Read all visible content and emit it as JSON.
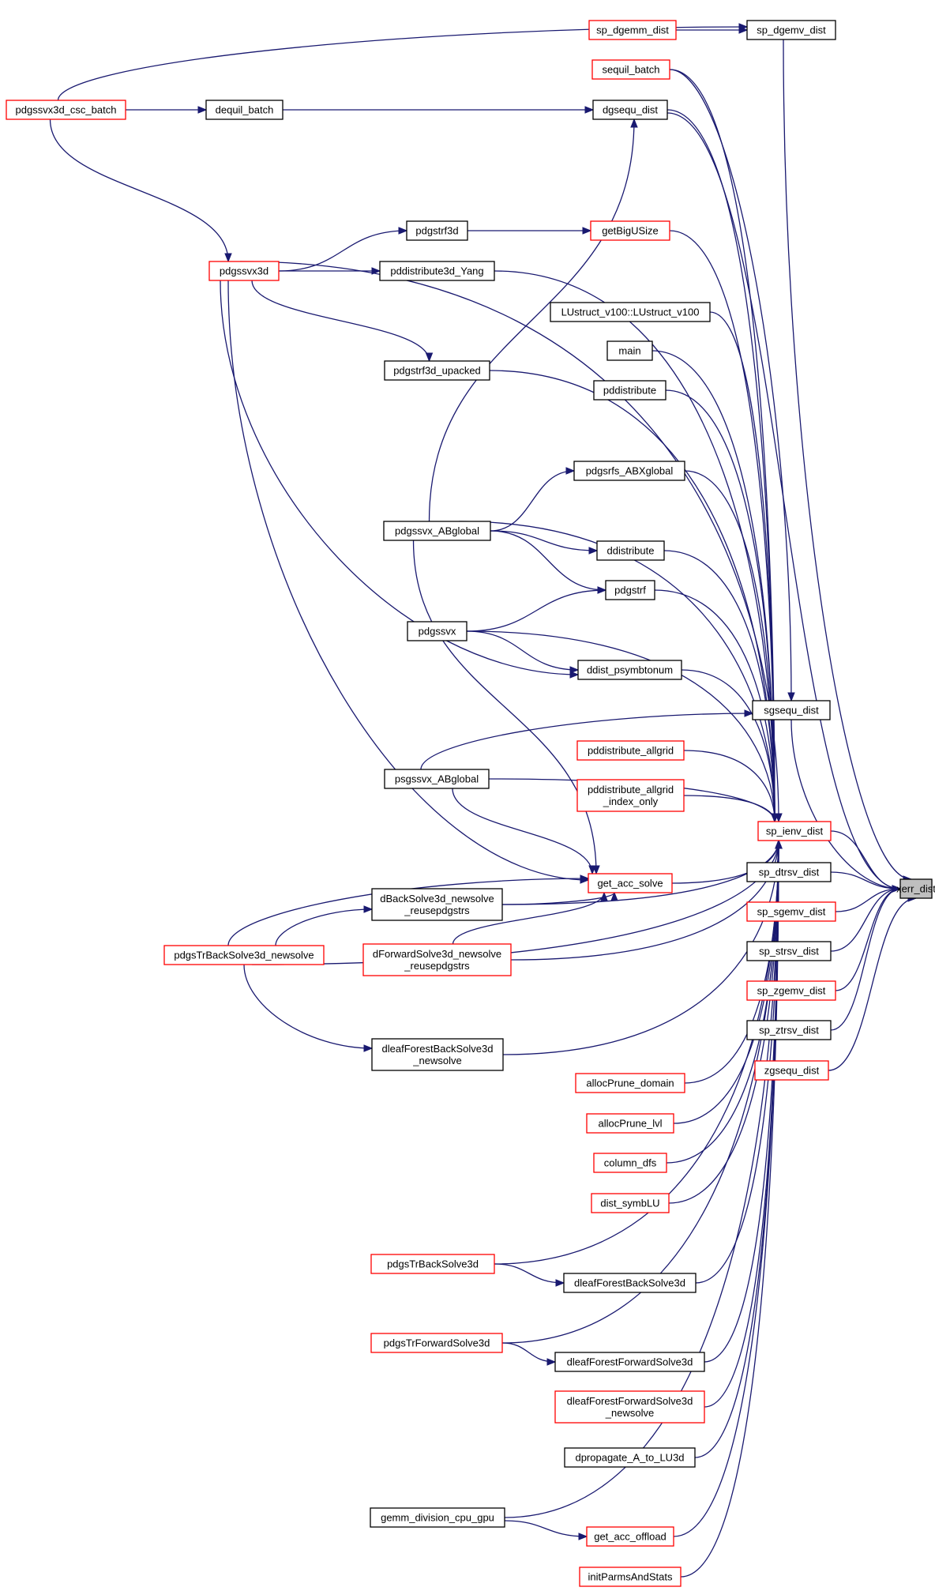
{
  "diagram": {
    "nodes": [
      {
        "id": "xerr_dist",
        "lines": [
          "xerr_dist"
        ],
        "style": "root"
      },
      {
        "id": "sp_ienv_dist",
        "lines": [
          "sp_ienv_dist"
        ],
        "style": "red"
      },
      {
        "id": "sgsequ_dist",
        "lines": [
          "sgsequ_dist"
        ],
        "style": "black"
      },
      {
        "id": "sp_dgemv_dist",
        "lines": [
          "sp_dgemv_dist"
        ],
        "style": "black"
      },
      {
        "id": "sp_dtrsv_dist",
        "lines": [
          "sp_dtrsv_dist"
        ],
        "style": "black"
      },
      {
        "id": "sp_sgemv_dist",
        "lines": [
          "sp_sgemv_dist"
        ],
        "style": "red"
      },
      {
        "id": "sp_strsv_dist",
        "lines": [
          "sp_strsv_dist"
        ],
        "style": "black"
      },
      {
        "id": "sp_zgemv_dist",
        "lines": [
          "sp_zgemv_dist"
        ],
        "style": "red"
      },
      {
        "id": "sp_ztrsv_dist",
        "lines": [
          "sp_ztrsv_dist"
        ],
        "style": "black"
      },
      {
        "id": "zgsequ_dist",
        "lines": [
          "zgsequ_dist"
        ],
        "style": "red"
      },
      {
        "id": "sp_dgemm_dist",
        "lines": [
          "sp_dgemm_dist"
        ],
        "style": "red"
      },
      {
        "id": "sequil_batch",
        "lines": [
          "sequil_batch"
        ],
        "style": "red"
      },
      {
        "id": "dgsequ_dist",
        "lines": [
          "dgsequ_dist"
        ],
        "style": "black"
      },
      {
        "id": "getBigUSize",
        "lines": [
          "getBigUSize"
        ],
        "style": "red"
      },
      {
        "id": "LUstruct_v100",
        "lines": [
          "LUstruct_v100::LUstruct_v100"
        ],
        "style": "black"
      },
      {
        "id": "main",
        "lines": [
          "main"
        ],
        "style": "black"
      },
      {
        "id": "pddistribute",
        "lines": [
          "pddistribute"
        ],
        "style": "black"
      },
      {
        "id": "pdgsrfs_ABXglobal",
        "lines": [
          "pdgsrfs_ABXglobal"
        ],
        "style": "black"
      },
      {
        "id": "ddistribute",
        "lines": [
          "ddistribute"
        ],
        "style": "black"
      },
      {
        "id": "pdgstrf",
        "lines": [
          "pdgstrf"
        ],
        "style": "black"
      },
      {
        "id": "ddist_psymbtonum",
        "lines": [
          "ddist_psymbtonum"
        ],
        "style": "black"
      },
      {
        "id": "pddistribute_allgrid",
        "lines": [
          "pddistribute_allgrid"
        ],
        "style": "red"
      },
      {
        "id": "pddistribute_allgrid_index_only",
        "lines": [
          "pddistribute_allgrid",
          "_index_only"
        ],
        "style": "red"
      },
      {
        "id": "get_acc_solve",
        "lines": [
          "get_acc_solve"
        ],
        "style": "red"
      },
      {
        "id": "allocPrune_domain",
        "lines": [
          "allocPrune_domain"
        ],
        "style": "red"
      },
      {
        "id": "allocPrune_lvl",
        "lines": [
          "allocPrune_lvl"
        ],
        "style": "red"
      },
      {
        "id": "column_dfs",
        "lines": [
          "column_dfs"
        ],
        "style": "red"
      },
      {
        "id": "dist_symbLU",
        "lines": [
          "dist_symbLU"
        ],
        "style": "red"
      },
      {
        "id": "dleafForestBackSolve3d",
        "lines": [
          "dleafForestBackSolve3d"
        ],
        "style": "black"
      },
      {
        "id": "dleafForestForwardSolve3d",
        "lines": [
          "dleafForestForwardSolve3d"
        ],
        "style": "black"
      },
      {
        "id": "dleafForestForwardSolve3d_newsolve",
        "lines": [
          "dleafForestForwardSolve3d",
          "_newsolve"
        ],
        "style": "red"
      },
      {
        "id": "dpropagate_A_to_LU3d",
        "lines": [
          "dpropagate_A_to_LU3d"
        ],
        "style": "black"
      },
      {
        "id": "get_acc_offload",
        "lines": [
          "get_acc_offload"
        ],
        "style": "red"
      },
      {
        "id": "initParmsAndStats",
        "lines": [
          "initParmsAndStats"
        ],
        "style": "red"
      },
      {
        "id": "pdgssvx3d_csc_batch",
        "lines": [
          "pdgssvx3d_csc_batch"
        ],
        "style": "red"
      },
      {
        "id": "dequil_batch",
        "lines": [
          "dequil_batch"
        ],
        "style": "black"
      },
      {
        "id": "pdgssvx3d",
        "lines": [
          "pdgssvx3d"
        ],
        "style": "red"
      },
      {
        "id": "pdgstrf3d",
        "lines": [
          "pdgstrf3d"
        ],
        "style": "black"
      },
      {
        "id": "pddistribute3d_Yang",
        "lines": [
          "pddistribute3d_Yang"
        ],
        "style": "black"
      },
      {
        "id": "pdgstrf3d_upacked",
        "lines": [
          "pdgstrf3d_upacked"
        ],
        "style": "black"
      },
      {
        "id": "pdgssvx_ABglobal",
        "lines": [
          "pdgssvx_ABglobal"
        ],
        "style": "black"
      },
      {
        "id": "pdgssvx",
        "lines": [
          "pdgssvx"
        ],
        "style": "black"
      },
      {
        "id": "psgssvx_ABglobal",
        "lines": [
          "psgssvx_ABglobal"
        ],
        "style": "black"
      },
      {
        "id": "dBackSolve3d_newsolve_reusepdgstrs",
        "lines": [
          "dBackSolve3d_newsolve",
          "_reusepdgstrs"
        ],
        "style": "black"
      },
      {
        "id": "dForwardSolve3d_newsolve_reusepdgstrs",
        "lines": [
          "dForwardSolve3d_newsolve",
          "_reusepdgstrs"
        ],
        "style": "red"
      },
      {
        "id": "dleafForestBackSolve3d_newsolve",
        "lines": [
          "dleafForestBackSolve3d",
          "_newsolve"
        ],
        "style": "black"
      },
      {
        "id": "pdgsTrBackSolve3d_newsolve",
        "lines": [
          "pdgsTrBackSolve3d_newsolve"
        ],
        "style": "red"
      },
      {
        "id": "pdgsTrBackSolve3d",
        "lines": [
          "pdgsTrBackSolve3d"
        ],
        "style": "red"
      },
      {
        "id": "pdgsTrForwardSolve3d",
        "lines": [
          "pdgsTrForwardSolve3d"
        ],
        "style": "red"
      },
      {
        "id": "gemm_division_cpu_gpu",
        "lines": [
          "gemm_division_cpu_gpu"
        ],
        "style": "black"
      }
    ],
    "edges": [
      {
        "from": "sp_ienv_dist",
        "to": "xerr_dist"
      },
      {
        "from": "sgsequ_dist",
        "to": "xerr_dist"
      },
      {
        "from": "sp_dgemv_dist",
        "to": "xerr_dist"
      },
      {
        "from": "sp_dtrsv_dist",
        "to": "xerr_dist"
      },
      {
        "from": "sp_sgemv_dist",
        "to": "xerr_dist"
      },
      {
        "from": "sp_strsv_dist",
        "to": "xerr_dist"
      },
      {
        "from": "sp_zgemv_dist",
        "to": "xerr_dist"
      },
      {
        "from": "sp_ztrsv_dist",
        "to": "xerr_dist"
      },
      {
        "from": "zgsequ_dist",
        "to": "xerr_dist"
      },
      {
        "from": "dgsequ_dist",
        "to": "xerr_dist"
      },
      {
        "from": "sp_dgemm_dist",
        "to": "sp_dgemv_dist"
      },
      {
        "from": "pdgssvx3d_csc_batch",
        "to": "sp_dgemv_dist"
      },
      {
        "from": "pdgssvx3d_csc_batch",
        "to": "dequil_batch"
      },
      {
        "from": "pdgssvx3d_csc_batch",
        "to": "pdgssvx3d"
      },
      {
        "from": "dequil_batch",
        "to": "dgsequ_dist"
      },
      {
        "from": "pdgssvx_ABglobal",
        "to": "dgsequ_dist"
      },
      {
        "from": "psgssvx_ABglobal",
        "to": "sgsequ_dist"
      },
      {
        "from": "sequil_batch",
        "to": "sgsequ_dist"
      },
      {
        "from": "pdgssvx3d",
        "to": "pdgstrf3d"
      },
      {
        "from": "pdgssvx3d",
        "to": "pddistribute3d_Yang"
      },
      {
        "from": "pdgssvx3d",
        "to": "pdgstrf3d_upacked"
      },
      {
        "from": "pdgssvx3d",
        "to": "sp_ienv_dist"
      },
      {
        "from": "pdgssvx3d",
        "to": "get_acc_solve"
      },
      {
        "from": "pdgstrf3d",
        "to": "getBigUSize"
      },
      {
        "from": "pdgssvx_ABglobal",
        "to": "pdgsrfs_ABXglobal"
      },
      {
        "from": "pdgssvx_ABglobal",
        "to": "ddistribute"
      },
      {
        "from": "pdgssvx_ABglobal",
        "to": "pdgstrf"
      },
      {
        "from": "pdgssvx_ABglobal",
        "to": "sp_ienv_dist"
      },
      {
        "from": "pdgssvx_ABglobal",
        "to": "get_acc_solve"
      },
      {
        "from": "pdgssvx",
        "to": "pdgstrf"
      },
      {
        "from": "pdgssvx",
        "to": "ddist_psymbtonum"
      },
      {
        "from": "pdgssvx",
        "to": "sp_ienv_dist"
      },
      {
        "from": "pdgssvx3d",
        "to": "ddist_psymbtonum"
      },
      {
        "from": "psgssvx_ABglobal",
        "to": "sp_ienv_dist"
      },
      {
        "from": "psgssvx_ABglobal",
        "to": "get_acc_solve"
      },
      {
        "from": "dBackSolve3d_newsolve_reusepdgstrs",
        "to": "get_acc_solve"
      },
      {
        "from": "dForwardSolve3d_newsolve_reusepdgstrs",
        "to": "get_acc_solve"
      },
      {
        "from": "pdgsTrBackSolve3d_newsolve",
        "to": "get_acc_solve"
      },
      {
        "from": "pdgsTrBackSolve3d_newsolve",
        "to": "dBackSolve3d_newsolve_reusepdgstrs"
      },
      {
        "from": "pdgsTrBackSolve3d_newsolve",
        "to": "dleafForestBackSolve3d_newsolve"
      },
      {
        "from": "pdgsTrBackSolve3d_newsolve",
        "to": "sp_ienv_dist"
      },
      {
        "from": "get_acc_solve",
        "to": "sp_ienv_dist"
      },
      {
        "from": "getBigUSize",
        "to": "sp_ienv_dist"
      },
      {
        "from": "sequil_batch",
        "to": "sp_ienv_dist"
      },
      {
        "from": "dgsequ_dist",
        "to": "sp_ienv_dist"
      },
      {
        "from": "LUstruct_v100",
        "to": "sp_ienv_dist"
      },
      {
        "from": "main",
        "to": "sp_ienv_dist"
      },
      {
        "from": "pddistribute",
        "to": "sp_ienv_dist"
      },
      {
        "from": "pdgsrfs_ABXglobal",
        "to": "sp_ienv_dist"
      },
      {
        "from": "ddistribute",
        "to": "sp_ienv_dist"
      },
      {
        "from": "pdgstrf",
        "to": "sp_ienv_dist"
      },
      {
        "from": "ddist_psymbtonum",
        "to": "sp_ienv_dist"
      },
      {
        "from": "pddistribute_allgrid",
        "to": "sp_ienv_dist"
      },
      {
        "from": "pddistribute_allgrid_index_only",
        "to": "sp_ienv_dist"
      },
      {
        "from": "pddistribute3d_Yang",
        "to": "sp_ienv_dist"
      },
      {
        "from": "pdgstrf3d_upacked",
        "to": "sp_ienv_dist"
      },
      {
        "from": "dBackSolve3d_newsolve_reusepdgstrs",
        "to": "sp_ienv_dist"
      },
      {
        "from": "dForwardSolve3d_newsolve_reusepdgstrs",
        "to": "sp_ienv_dist"
      },
      {
        "from": "dleafForestBackSolve3d_newsolve",
        "to": "sp_ienv_dist"
      },
      {
        "from": "allocPrune_domain",
        "to": "sp_ienv_dist"
      },
      {
        "from": "allocPrune_lvl",
        "to": "sp_ienv_dist"
      },
      {
        "from": "column_dfs",
        "to": "sp_ienv_dist"
      },
      {
        "from": "dist_symbLU",
        "to": "sp_ienv_dist"
      },
      {
        "from": "pdgsTrBackSolve3d",
        "to": "sp_ienv_dist"
      },
      {
        "from": "pdgsTrBackSolve3d",
        "to": "dleafForestBackSolve3d"
      },
      {
        "from": "dleafForestBackSolve3d",
        "to": "sp_ienv_dist"
      },
      {
        "from": "pdgsTrForwardSolve3d",
        "to": "sp_ienv_dist"
      },
      {
        "from": "pdgsTrForwardSolve3d",
        "to": "dleafForestForwardSolve3d"
      },
      {
        "from": "dleafForestForwardSolve3d",
        "to": "sp_ienv_dist"
      },
      {
        "from": "dleafForestForwardSolve3d_newsolve",
        "to": "sp_ienv_dist"
      },
      {
        "from": "dpropagate_A_to_LU3d",
        "to": "sp_ienv_dist"
      },
      {
        "from": "gemm_division_cpu_gpu",
        "to": "sp_ienv_dist"
      },
      {
        "from": "gemm_division_cpu_gpu",
        "to": "get_acc_offload"
      },
      {
        "from": "get_acc_offload",
        "to": "sp_ienv_dist"
      },
      {
        "from": "initParmsAndStats",
        "to": "sp_ienv_dist"
      }
    ]
  },
  "colors": {
    "edge": "#191970",
    "red_border": "#ff0000",
    "black_border": "#000000",
    "root_fill": "#bfbfbf"
  }
}
